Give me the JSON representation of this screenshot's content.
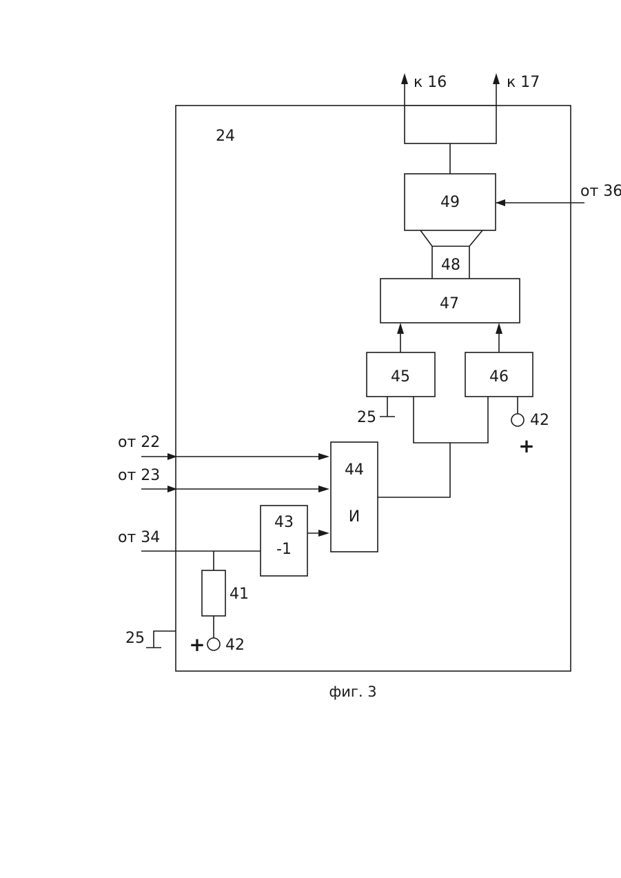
{
  "figure": {
    "caption": "фиг. 3",
    "unit_label": "24",
    "outputs": {
      "to_16": "к 16",
      "to_17": "к 17"
    },
    "inputs": {
      "from_36": "от 36",
      "from_22": "от 22",
      "from_23": "от 23",
      "from_34": "от 34"
    },
    "blocks": {
      "b41": "41",
      "b43_num": "43",
      "b43_op": "-1",
      "b44_num": "44",
      "b44_op": "И",
      "b45": "45",
      "b46": "46",
      "b47": "47",
      "b48": "48",
      "b49": "49"
    },
    "terminals": {
      "ground_25_top": "25",
      "ground_25_bottom": "25",
      "supply_42_right": "42",
      "supply_42_bottom": "42",
      "plus_right": "+",
      "plus_bottom": "+"
    }
  }
}
